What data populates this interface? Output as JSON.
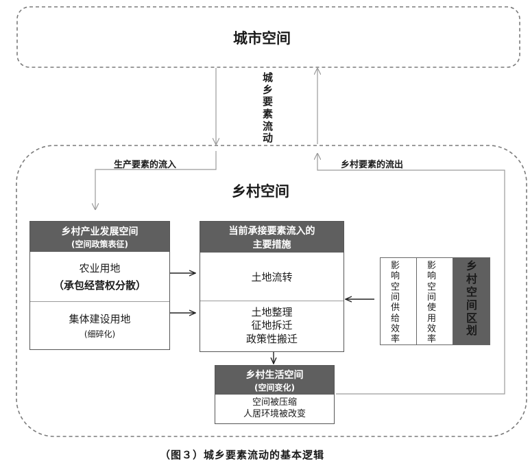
{
  "urban_space": {
    "title": "城市空间"
  },
  "flow_label": "城乡要素流动",
  "rural_space": {
    "title": "乡村空间",
    "inflow_label": "生产要素的流入",
    "outflow_label": "乡村要素的流出"
  },
  "industry_box": {
    "title": "乡村产业发展空间",
    "subtitle": "(空间政策表征)",
    "cell1_line1": "农业用地",
    "cell1_line2": "（承包经营权分散）",
    "cell2_line1": "集体建设用地",
    "cell2_line2": "(细碎化)"
  },
  "measures_box": {
    "title_line1": "当前承接要素流入的",
    "title_line2": "主要措施",
    "cell1": "土地流转",
    "cell2_line1": "土地整理",
    "cell2_line2": "征地拆迁",
    "cell2_line3": "政策性搬迁"
  },
  "living_box": {
    "title": "乡村生活空间",
    "subtitle": "(空间变化)",
    "line1": "空间被压缩",
    "line2": "人居环境被改变"
  },
  "zoning_box": {
    "col1": "影响空间供给效率",
    "col2": "影响空间使用效率",
    "col3": "乡村空间区划"
  },
  "caption": "（图３）城乡要素流动的基本逻辑",
  "colors": {
    "header_fill": "#5f5f5f",
    "arrow_gray": "#9a9a9a",
    "arrow_dark": "#222222"
  }
}
